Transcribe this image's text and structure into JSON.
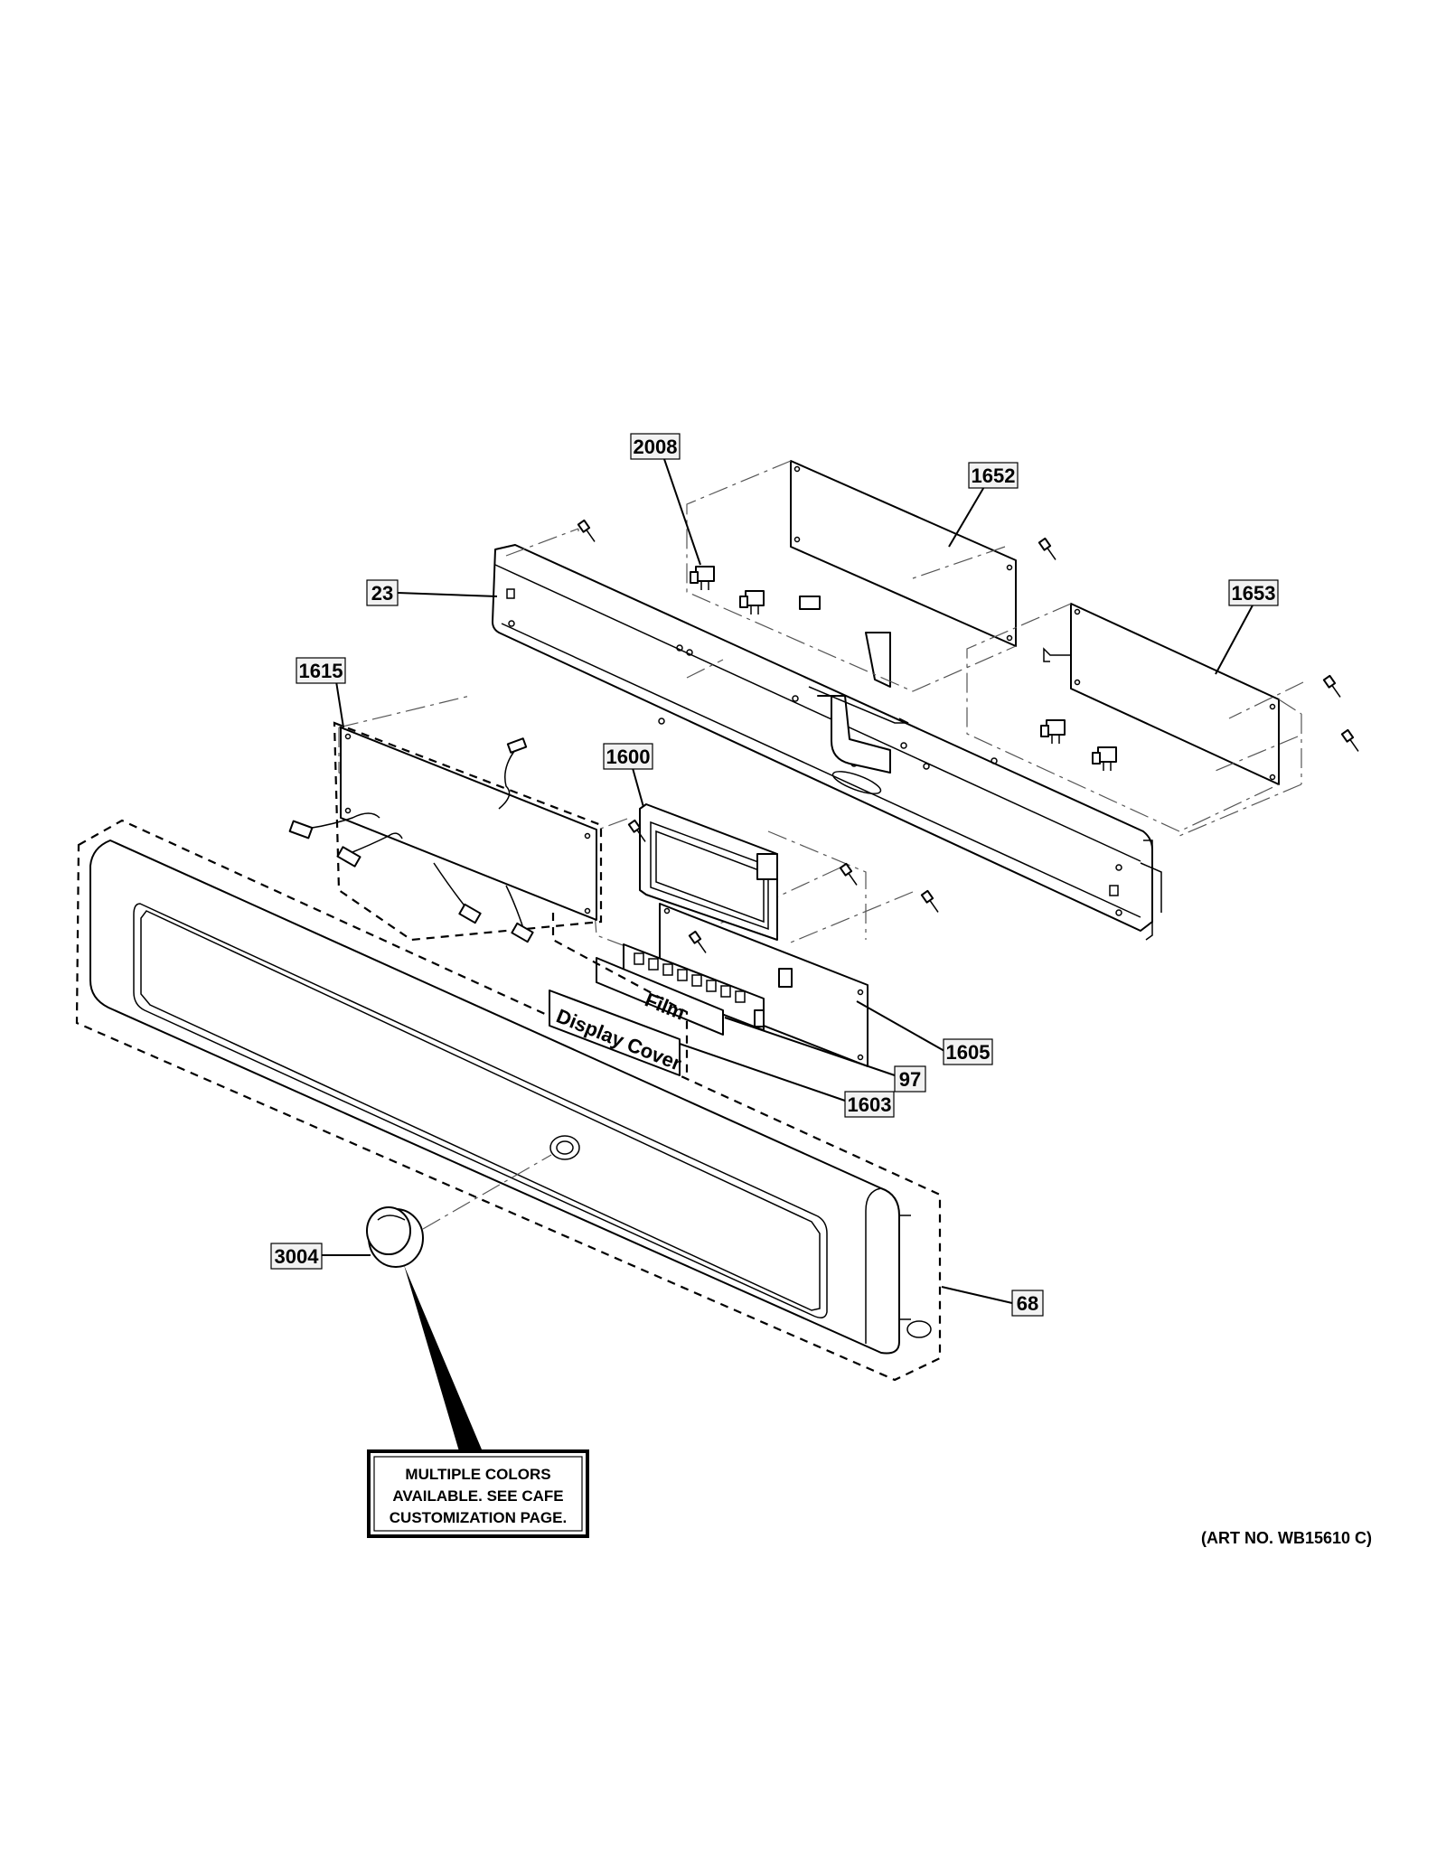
{
  "callouts": {
    "c2008": "2008",
    "c1652": "1652",
    "c23": "23",
    "c1653": "1653",
    "c1615": "1615",
    "c1600": "1600",
    "c1605": "1605",
    "c97": "97",
    "c1603": "1603",
    "c3004": "3004",
    "c68": "68"
  },
  "inline_labels": {
    "film": "Film",
    "display_cover": "Display Cover"
  },
  "note": {
    "line1": "MULTIPLE COLORS",
    "line2": "AVAILABLE. SEE CAFE",
    "line3": "CUSTOMIZATION PAGE."
  },
  "art_number": "(ART NO. WB15610 C)"
}
